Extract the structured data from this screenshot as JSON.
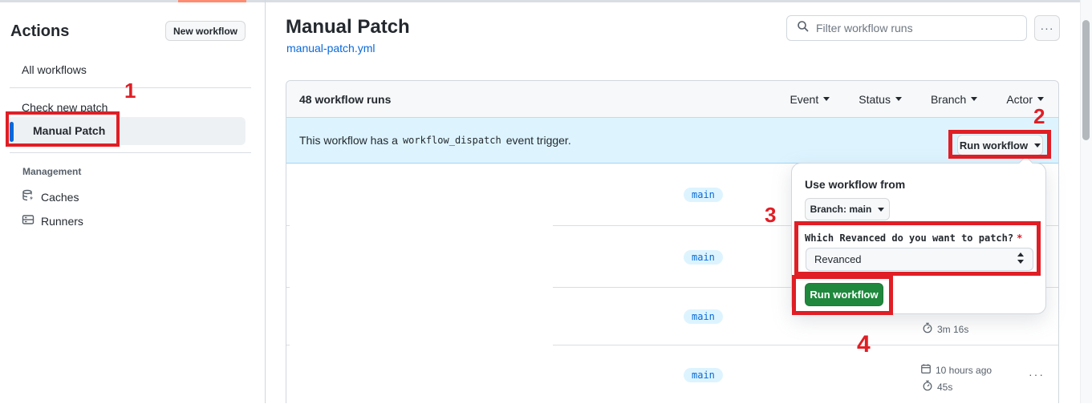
{
  "top_bar": {
    "accent_color": "#fd8c73"
  },
  "sidebar": {
    "title": "Actions",
    "new_workflow_button": "New workflow",
    "all_workflows_link": "All workflows",
    "workflows": [
      {
        "label": "Check new patch",
        "selected": false
      },
      {
        "label": "Manual Patch",
        "selected": true
      }
    ],
    "management_label": "Management",
    "management_items": [
      {
        "label": "Caches"
      },
      {
        "label": "Runners"
      }
    ]
  },
  "header": {
    "title": "Manual Patch",
    "workflow_file": "manual-patch.yml",
    "filter_placeholder": "Filter workflow runs",
    "more_button": "···"
  },
  "runs_table": {
    "count_label": "48 workflow runs",
    "filters": [
      {
        "label": "Event"
      },
      {
        "label": "Status"
      },
      {
        "label": "Branch"
      },
      {
        "label": "Actor"
      }
    ],
    "banner": {
      "text_before": "This workflow has a",
      "code": "workflow_dispatch",
      "text_after": "event trigger.",
      "run_workflow_button": "Run workflow"
    },
    "rows": [
      {
        "branch": "main"
      },
      {
        "branch": "main"
      },
      {
        "branch": "main",
        "duration": "3m 16s"
      },
      {
        "branch": "main",
        "time": "10 hours ago",
        "duration": "45s",
        "more": "···"
      }
    ]
  },
  "run_dialog": {
    "use_workflow_from": "Use workflow from",
    "branch_selector": "Branch: main",
    "input_label": "Which Revanced do you want to patch?",
    "required_marker": "*",
    "input_value": "Revanced",
    "run_button": "Run workflow"
  },
  "annotations": {
    "color": "#e01e25",
    "step1": "1",
    "step2": "2",
    "step3": "3",
    "step4": "4"
  }
}
